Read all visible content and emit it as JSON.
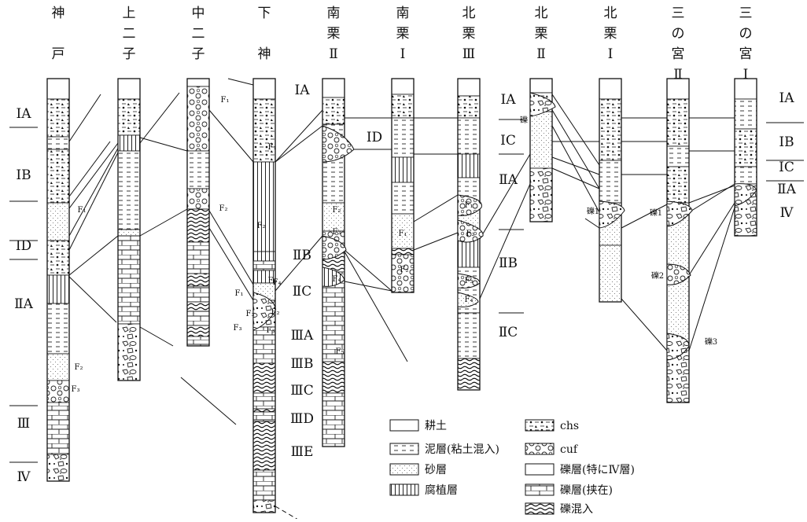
{
  "columns": [
    {
      "id": "kobe",
      "name": [
        "神",
        "",
        "戸"
      ]
    },
    {
      "id": "kamifutago",
      "name": [
        "上",
        "二",
        "子"
      ]
    },
    {
      "id": "nakafutago",
      "name": [
        "中",
        "二",
        "子"
      ]
    },
    {
      "id": "shimogami",
      "name": [
        "下",
        "",
        "神"
      ]
    },
    {
      "id": "nanzoku2",
      "name": [
        "南",
        "栗",
        "Ⅱ"
      ]
    },
    {
      "id": "nanzoku1",
      "name": [
        "南",
        "栗",
        "Ⅰ"
      ]
    },
    {
      "id": "hokuzoku3",
      "name": [
        "北",
        "栗",
        "Ⅲ"
      ]
    },
    {
      "id": "hokuzoku2",
      "name": [
        "北",
        "栗",
        "Ⅱ"
      ]
    },
    {
      "id": "hokuzoku1",
      "name": [
        "北",
        "栗",
        "Ⅰ"
      ]
    },
    {
      "id": "sannomiya2",
      "name": [
        "三",
        "の",
        "宮",
        "Ⅱ"
      ]
    },
    {
      "id": "sannomiya1",
      "name": [
        "三",
        "の",
        "宮",
        "Ⅰ"
      ]
    }
  ],
  "layer_labels": {
    "left": [
      "ⅠA",
      "ⅠB",
      "ⅠD",
      "ⅡA",
      "Ⅲ",
      "Ⅳ"
    ],
    "shimogami": [
      "ⅠA",
      "ⅡB",
      "ⅡC",
      "ⅢA",
      "ⅢB",
      "ⅢC",
      "ⅢD",
      "ⅢE"
    ],
    "nanzoku": [
      "ⅠD"
    ],
    "hokuzoku3": [
      "ⅠA",
      "ⅠC",
      "ⅡA",
      "ⅡB",
      "ⅡC"
    ],
    "right": [
      "ⅠA",
      "ⅠB",
      "ⅠC",
      "ⅡA",
      "Ⅳ"
    ]
  },
  "f_labels": {
    "kobe": [
      "F₁",
      "F₂",
      "F₃"
    ],
    "nakafutago": [
      "F₁",
      "F₂",
      "F₁",
      "F₂",
      "F₃",
      "F₄"
    ],
    "shimogami": [
      "F₁",
      "F₂",
      "F₃",
      "F₄",
      "F₃"
    ],
    "nanzoku2": [
      "F₂",
      "F₃",
      "F₄",
      "F₅"
    ],
    "nanzoku1": [
      "F₁",
      "F₂"
    ],
    "hokuzoku3": [
      "F₁",
      "F₂",
      "F₃",
      "F₄"
    ]
  },
  "gravel_labels": [
    "礫",
    "礫1",
    "礫1",
    "礫2",
    "礫3"
  ],
  "legend": [
    {
      "pattern": "plain",
      "label": "耕土"
    },
    {
      "pattern": "chs",
      "label": "chs"
    },
    {
      "pattern": "mud",
      "label": "泥層(粘土混入)"
    },
    {
      "pattern": "cuf",
      "label": "cuf"
    },
    {
      "pattern": "sand",
      "label": "砂層"
    },
    {
      "pattern": "gravelIV",
      "label": "礫層(特にⅣ層)"
    },
    {
      "pattern": "humus",
      "label": "腐植層"
    },
    {
      "pattern": "brick",
      "label": "礫層(挟在)"
    },
    {
      "pattern": "mix",
      "label": "礫混入"
    }
  ]
}
